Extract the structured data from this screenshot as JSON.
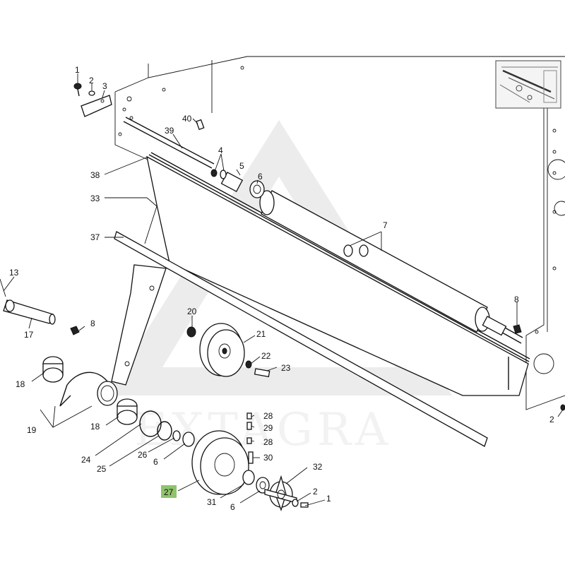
{
  "diagram": {
    "watermark": "EXTAGRA",
    "highlight_color": "#8fc46a",
    "callouts": [
      {
        "id": "c1a",
        "text": "1"
      },
      {
        "id": "c2a",
        "text": "2"
      },
      {
        "id": "c3",
        "text": "3"
      },
      {
        "id": "c40",
        "text": "40"
      },
      {
        "id": "c39",
        "text": "39"
      },
      {
        "id": "c4",
        "text": "4"
      },
      {
        "id": "c5",
        "text": "5"
      },
      {
        "id": "c6a",
        "text": "6"
      },
      {
        "id": "c38",
        "text": "38"
      },
      {
        "id": "c33",
        "text": "33"
      },
      {
        "id": "c7",
        "text": "7"
      },
      {
        "id": "c37",
        "text": "37"
      },
      {
        "id": "c13",
        "text": "13"
      },
      {
        "id": "c8a",
        "text": "8"
      },
      {
        "id": "c8b",
        "text": "8"
      },
      {
        "id": "c17",
        "text": "17"
      },
      {
        "id": "c20",
        "text": "20"
      },
      {
        "id": "c21",
        "text": "21"
      },
      {
        "id": "c22",
        "text": "22"
      },
      {
        "id": "c23",
        "text": "23"
      },
      {
        "id": "c18a",
        "text": "18"
      },
      {
        "id": "c18b",
        "text": "18"
      },
      {
        "id": "c19",
        "text": "19"
      },
      {
        "id": "c24",
        "text": "24"
      },
      {
        "id": "c25",
        "text": "25"
      },
      {
        "id": "c26",
        "text": "26"
      },
      {
        "id": "c6b",
        "text": "6"
      },
      {
        "id": "c28a",
        "text": "28"
      },
      {
        "id": "c29",
        "text": "29"
      },
      {
        "id": "c28b",
        "text": "28"
      },
      {
        "id": "c30",
        "text": "30"
      },
      {
        "id": "c32",
        "text": "32"
      },
      {
        "id": "c27",
        "text": "27"
      },
      {
        "id": "c31",
        "text": "31"
      },
      {
        "id": "c6c",
        "text": "6"
      },
      {
        "id": "c2b",
        "text": "2"
      },
      {
        "id": "c1b",
        "text": "1"
      },
      {
        "id": "c2c",
        "text": "2"
      }
    ]
  }
}
